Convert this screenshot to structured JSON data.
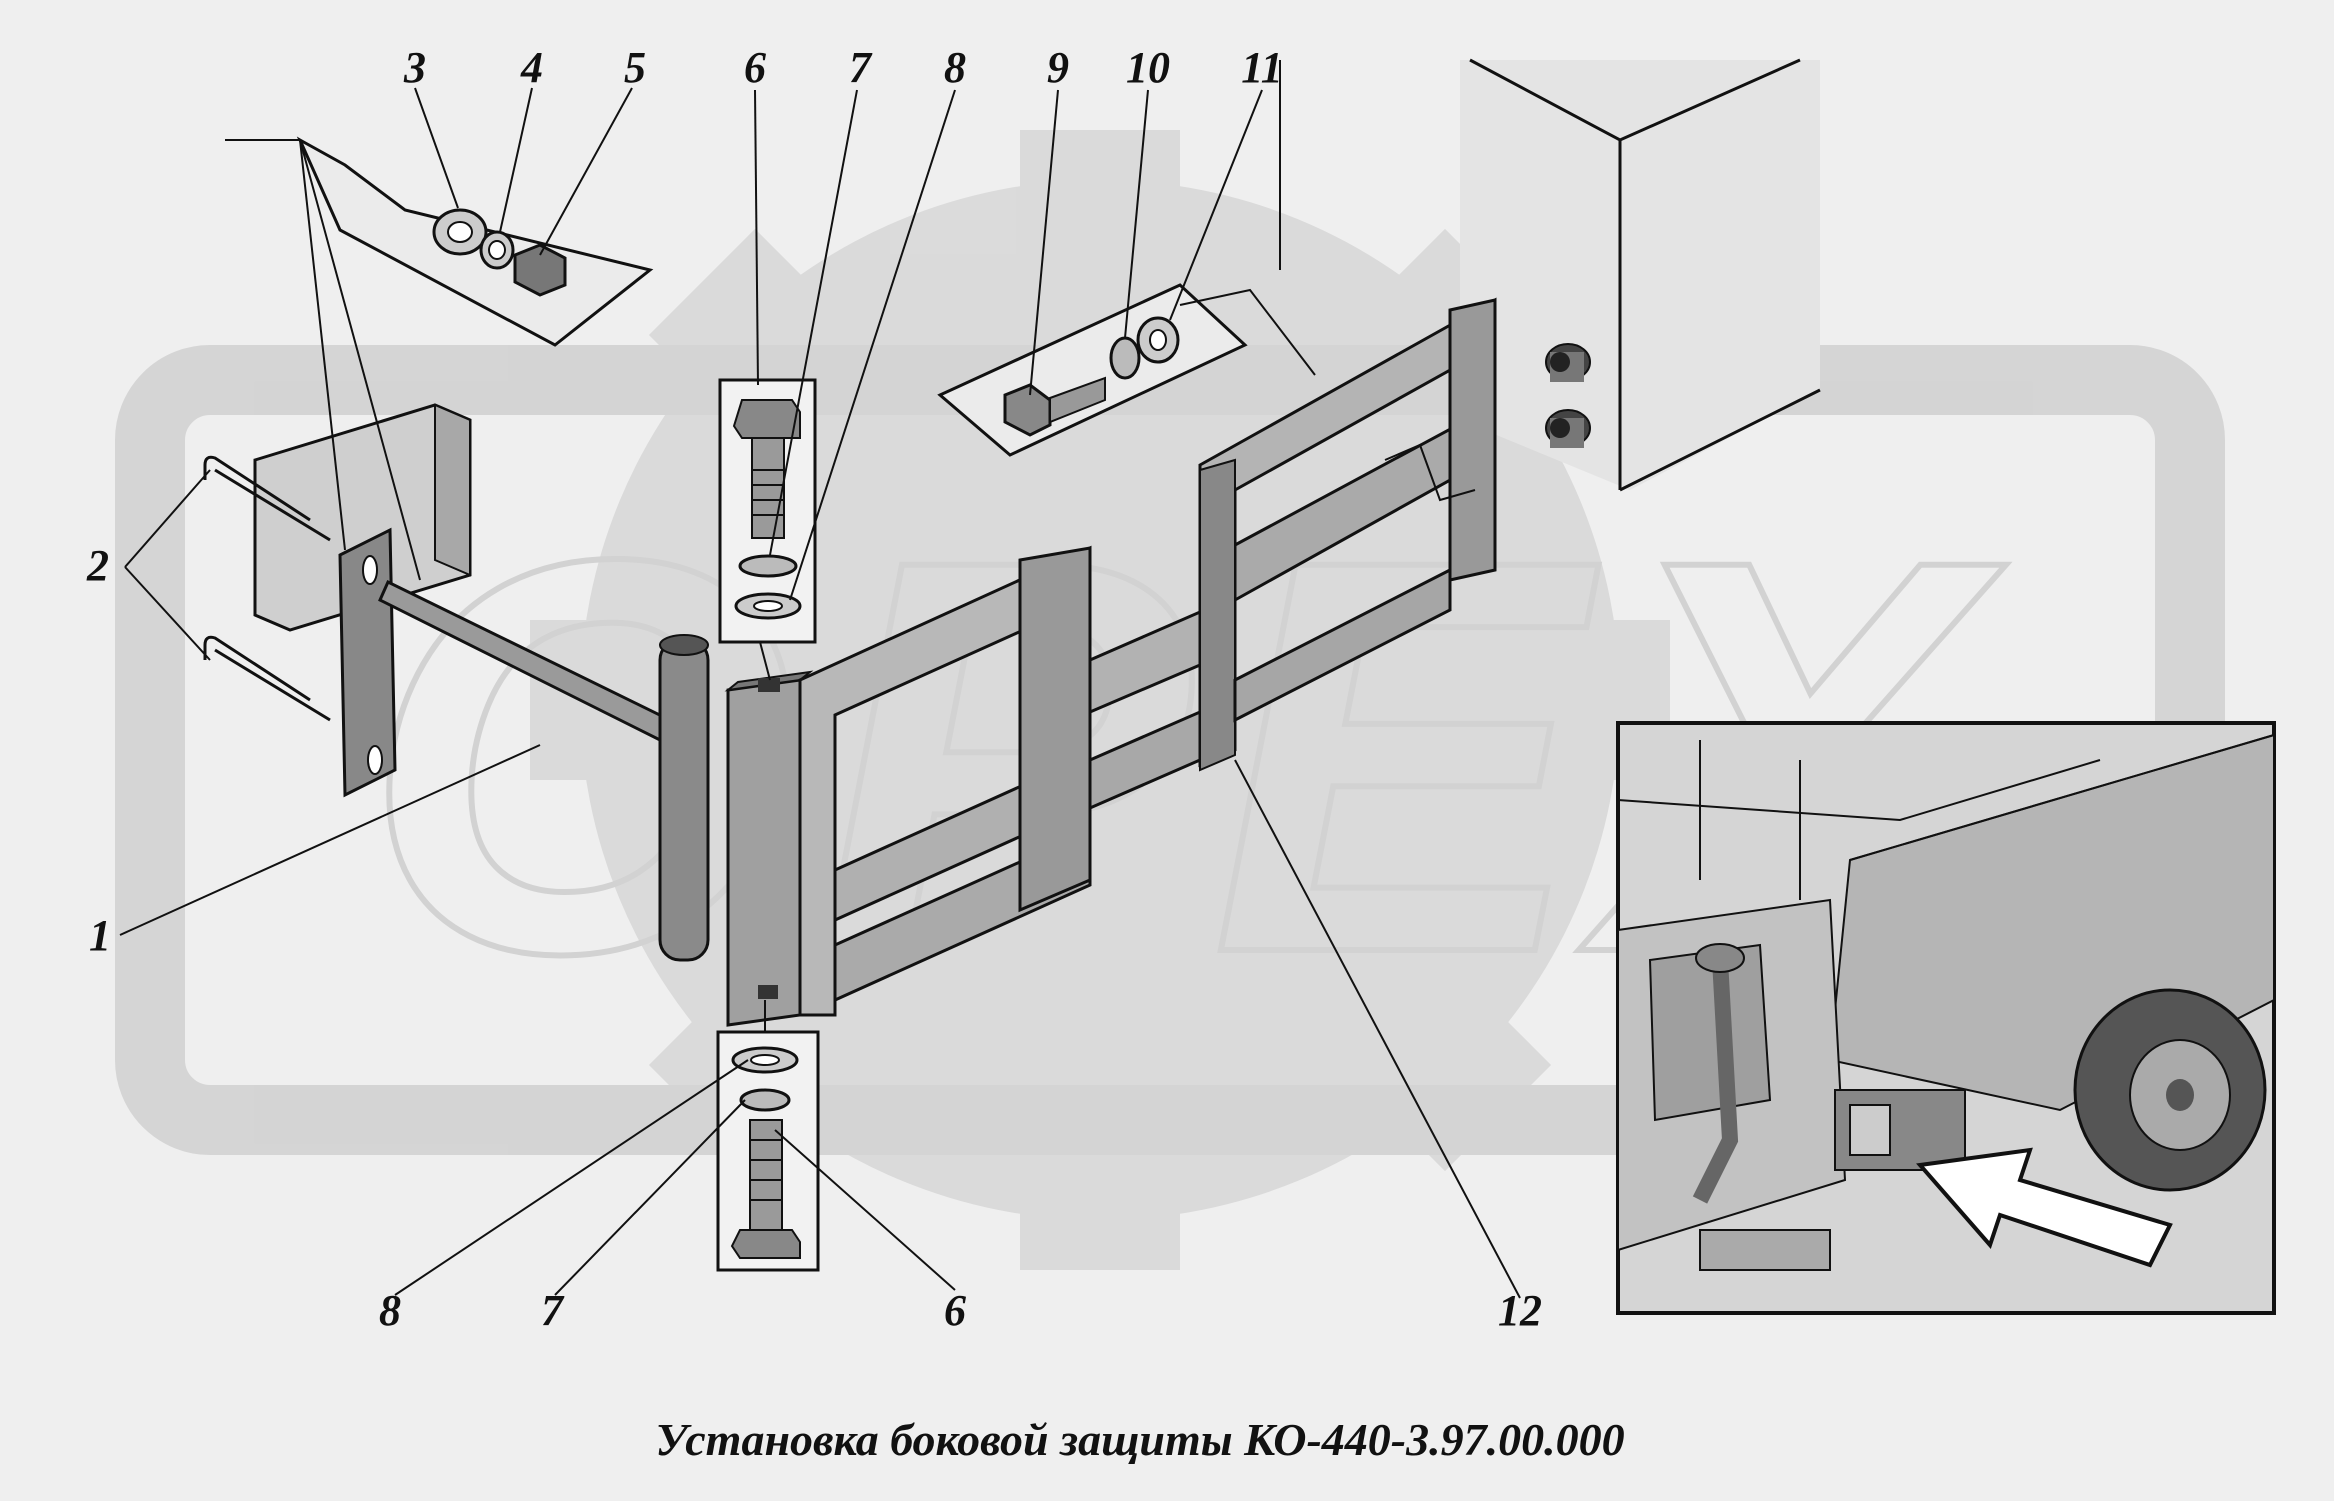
{
  "caption": "Установка боковой защиты КО-440-3.97.00.000",
  "watermark": "OPEX",
  "callouts": {
    "c1": "1",
    "c2": "2",
    "c3": "3",
    "c4": "4",
    "c5": "5",
    "c6_top": "6",
    "c7_top": "7",
    "c8_top": "8",
    "c9": "9",
    "c10": "10",
    "c11": "11",
    "c12": "12",
    "c8_bottom": "8",
    "c7_bottom": "7",
    "c6_bottom": "6"
  },
  "colors": {
    "background": "#efefef",
    "ink": "#111111",
    "watermark": "#d6d6d6",
    "frame_fill": "#bdbdbd",
    "frame_shade": "#8f8f8f"
  }
}
